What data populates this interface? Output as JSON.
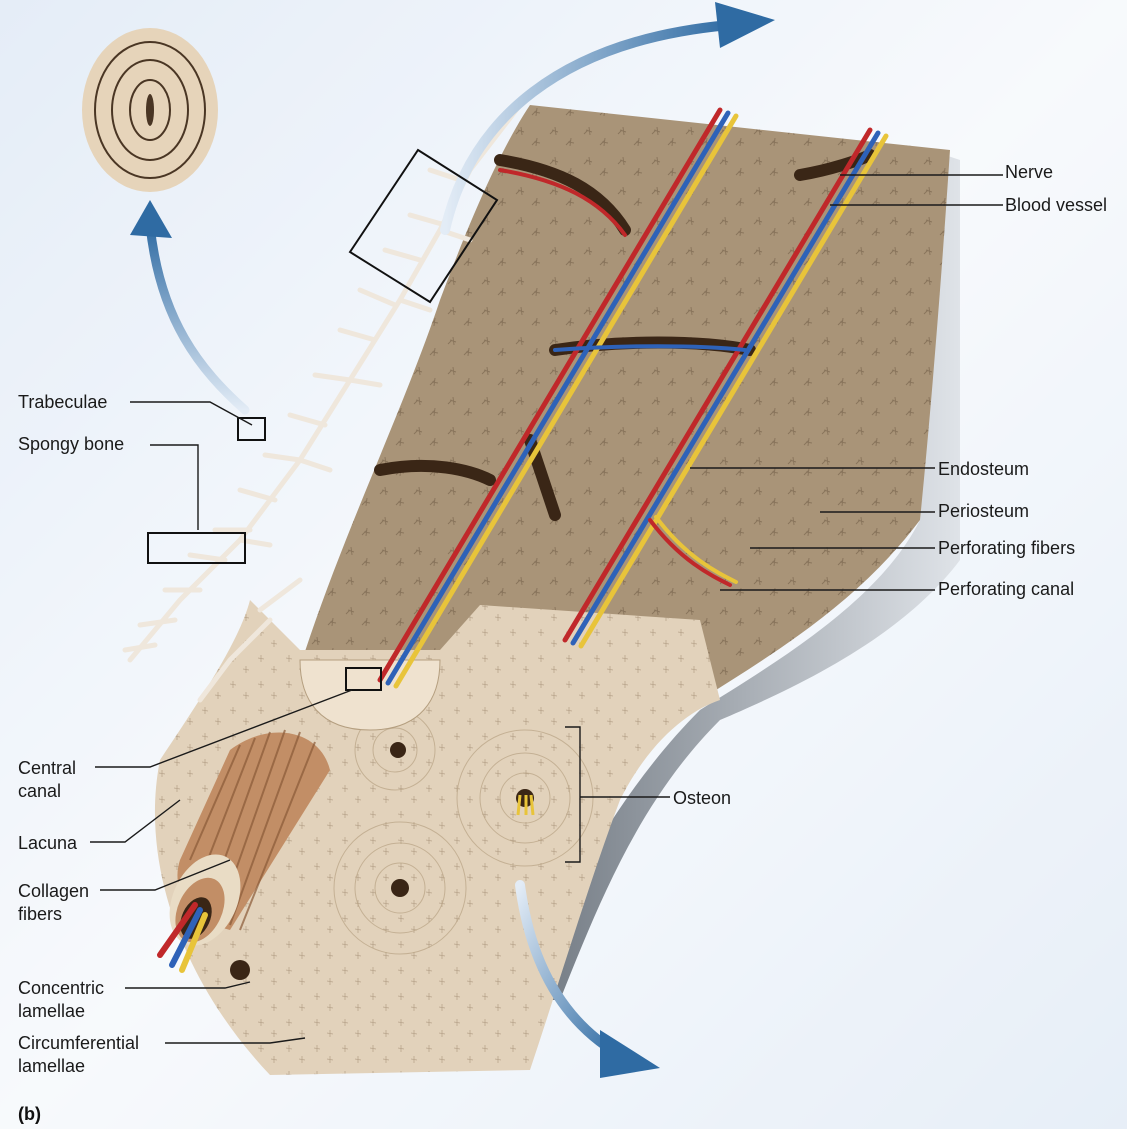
{
  "labels": {
    "nerve": "Nerve",
    "blood_vessel": "Blood vessel",
    "trabeculae": "Trabeculae",
    "spongy_bone": "Spongy bone",
    "endosteum": "Endosteum",
    "periosteum": "Periosteum",
    "perforating_fibers": "Perforating fibers",
    "perforating_canal": "Perforating canal",
    "central_canal": "Central\ncanal",
    "osteon": "Osteon",
    "lacuna": "Lacuna",
    "collagen_fibers": "Collagen\nfibers",
    "concentric_lamellae": "Concentric\nlamellae",
    "circumferential_lamellae": "Circumferential\nlamellae"
  },
  "panel_label": "(b)",
  "colors": {
    "background_blue": "#7ea6d9",
    "bone_cross_section": "#e6d6c1",
    "bone_cut_surface": "#a99478",
    "canal_dark": "#3a2616",
    "artery": "#c0282a",
    "vein": "#2e62b8",
    "nerve": "#e8c43a",
    "arrow_blue": "#2f6ba3",
    "periosteum_grey": "#9aa2ab"
  },
  "icons": [
    "spongy-bone-magnified-inset-icon",
    "curved-arrow-icon",
    "blood-vessel-bundle-icon",
    "osteon-icon"
  ]
}
